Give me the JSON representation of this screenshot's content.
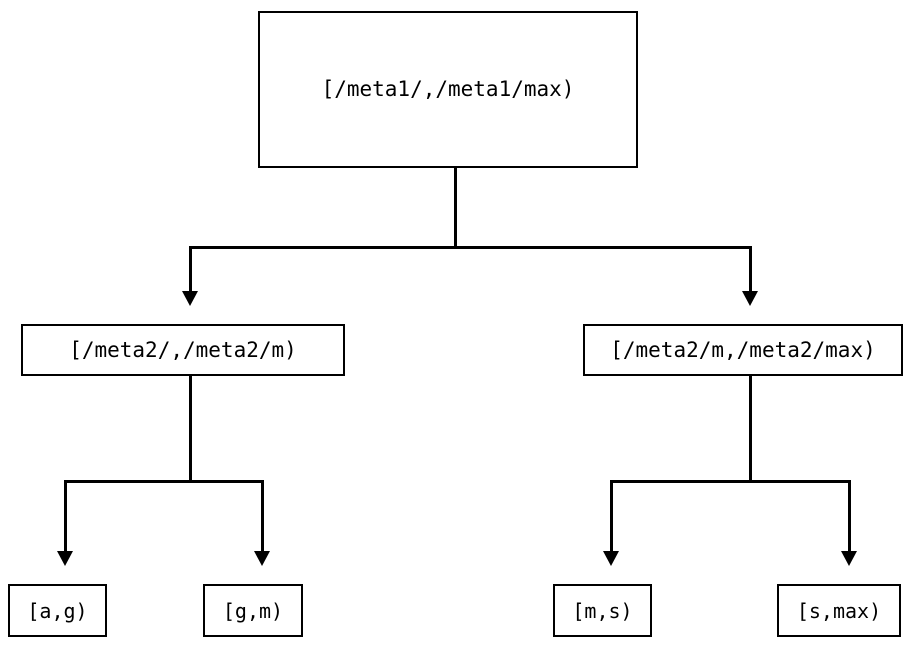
{
  "diagram": {
    "type": "range-partition-tree",
    "orientation": "top-down",
    "background_color": "#ffffff",
    "line_color": "#000000",
    "text_color": "#000000",
    "nodes": {
      "root": {
        "id": "root",
        "label": "[/meta1/,/meta1/max)",
        "level": 0
      },
      "mid_left": {
        "id": "mid-left",
        "label": "[/meta2/,/meta2/m)",
        "level": 1
      },
      "mid_right": {
        "id": "mid-right",
        "label": "[/meta2/m,/meta2/max)",
        "level": 1
      },
      "leaf_1": {
        "id": "leaf-a-g",
        "label": "[a,g)",
        "level": 2
      },
      "leaf_2": {
        "id": "leaf-g-m",
        "label": "[g,m)",
        "level": 2
      },
      "leaf_3": {
        "id": "leaf-m-s",
        "label": "[m,s)",
        "level": 2
      },
      "leaf_4": {
        "id": "leaf-s-max",
        "label": "[s,max)",
        "level": 2
      }
    },
    "edges": [
      {
        "from": "root",
        "to": "mid-left",
        "arrow": "down-triangle"
      },
      {
        "from": "root",
        "to": "mid-right",
        "arrow": "down-triangle"
      },
      {
        "from": "mid-left",
        "to": "leaf-a-g",
        "arrow": "down-triangle"
      },
      {
        "from": "mid-left",
        "to": "leaf-g-m",
        "arrow": "down-triangle"
      },
      {
        "from": "mid-right",
        "to": "leaf-m-s",
        "arrow": "down-triangle"
      },
      {
        "from": "mid-right",
        "to": "leaf-s-max",
        "arrow": "down-triangle"
      }
    ]
  }
}
